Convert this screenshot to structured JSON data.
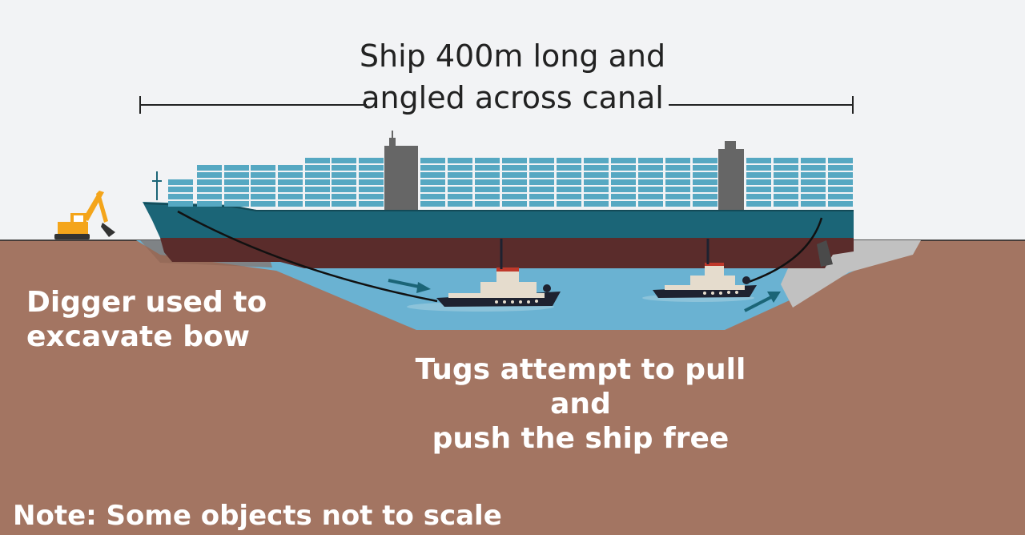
{
  "title": {
    "line1": "Ship 400m long and",
    "line2": "angled across canal"
  },
  "labels": {
    "digger": [
      "Digger used to",
      "excavate bow"
    ],
    "tugs": [
      "Tugs attempt to pull and",
      "push the ship free"
    ],
    "note": "Note: Some objects not to scale"
  },
  "colors": {
    "sky": "#f2f3f5",
    "ground": "#a37562",
    "water": "#6ab2d2",
    "hull_top": "#1b6577",
    "hull_bottom": "#5a2c2b",
    "container": "#56a8c2",
    "tower": "#666666",
    "sand": "#c1c1c1",
    "arrow": "#1b6577",
    "digger": "#f4a51b",
    "tug_hull": "#1e2230"
  }
}
